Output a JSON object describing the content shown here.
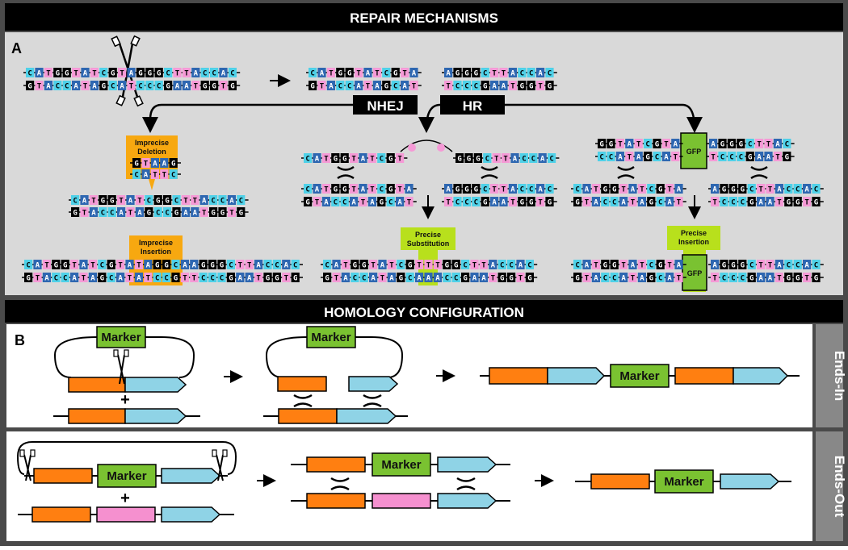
{
  "headers": {
    "repair": "REPAIR MECHANISMS",
    "homology": "HOMOLOGY CONFIGURATION"
  },
  "panels": {
    "a": "A",
    "b": "B"
  },
  "pathways": {
    "nhej": "NHEJ",
    "hr": "HR"
  },
  "labels": {
    "imprecise_deletion": [
      "Imprecise",
      "Deletion"
    ],
    "imprecise_insertion": [
      "Imprecise",
      "Insertion"
    ],
    "precise_substitution": [
      "Precise",
      "Substitution"
    ],
    "precise_insertion": [
      "Precise",
      "Insertion"
    ],
    "gfp": "GFP",
    "marker": "Marker",
    "ends_in": "Ends-In",
    "ends_out": "Ends-Out",
    "plus": "+"
  },
  "colors": {
    "A": "#2e67b1",
    "C": "#4fd1e8",
    "G": "#000000",
    "T": "#f59ad6",
    "orange": "#ff7f11",
    "blue": "#8fd3e6",
    "pink": "#f590cf",
    "green": "#7ac231",
    "yellow_green": "#b8e01c",
    "amber": "#f7a810",
    "grey_panel": "#d9d9d9",
    "side_tab": "#888888"
  },
  "icons": [
    "scissors-icon",
    "arrow-icon",
    "crossover-icon"
  ],
  "sequences": {
    "original_top": "CATGGTATCGTAGGGCTTACCAC",
    "original_bottom": "GTACCATAGCATCCCGAATGGTG",
    "cut_left_top": "CATGGTATCGTA",
    "cut_left_bottom": "GTACCATAGCAT",
    "cut_right_top": "AGGGCTTACCAC",
    "cut_right_bottom": "TCCCGAATGGTG",
    "deletion_top": "CATGGTATCGGCTTACCAC",
    "deletion_bottom": "GTACCATAGCCGAATGGTG",
    "deletion_removed_top": "GTAAG",
    "deletion_removed_bottom": "CATTC",
    "insertion_top": "CATGGTATCGTATAGGCAAGGGCTTACCAC",
    "insertion_bottom": "GTACCATAGCATATCCGTTCCCGAATGGTG",
    "donor_sub_left_top": "CATGGTATCGT",
    "donor_sub_left_bottom": "",
    "donor_sub_loop": "TT",
    "donor_sub_right_top": "GGGCTTACCAC",
    "substitution_top": "CATGGTATCGTTTGGCTTACCAC",
    "substitution_bottom": "GTACCATAGCAAACCGAATGGTG",
    "donor_gfp_left_top": "GGTATCGTA",
    "donor_gfp_left_bottom": "CCATAGCAT",
    "donor_gfp_right_top": "AGGGCTTAC",
    "donor_gfp_right_bottom": "TCCCGAATG",
    "precise_ins_left_top": "CATGGTATCGTA",
    "precise_ins_left_bottom": "GTACCATAGCAT",
    "precise_ins_right_top": "AGGGCTTACCAC",
    "precise_ins_right_bottom": "TCCCGAATGGTG"
  }
}
